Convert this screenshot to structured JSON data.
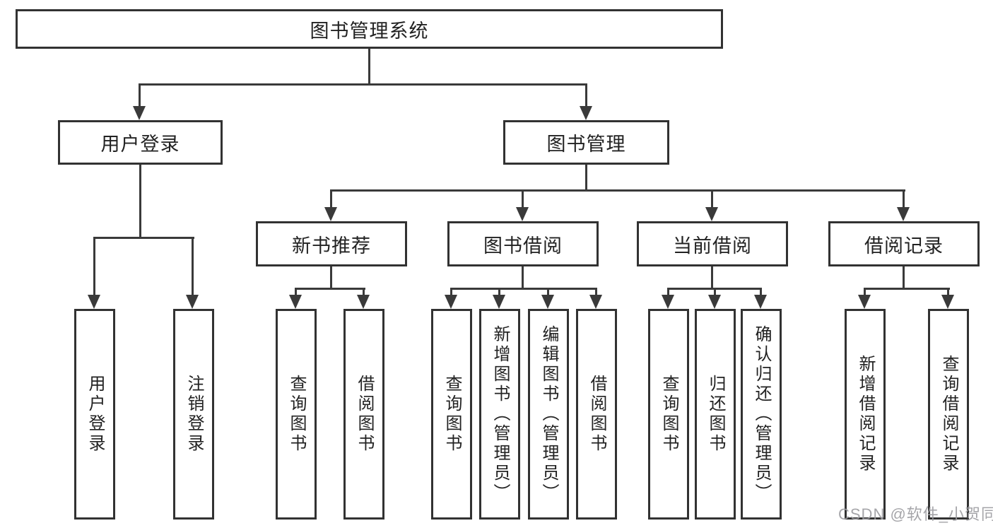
{
  "tree": {
    "root": {
      "label": "图书管理系统",
      "children": [
        {
          "label": "用户登录",
          "children": [
            {
              "label": "用户登录"
            },
            {
              "label": "注销登录"
            }
          ]
        },
        {
          "label": "图书管理",
          "children": [
            {
              "label": "新书推荐",
              "children": [
                {
                  "label": "查询图书"
                },
                {
                  "label": "借阅图书"
                }
              ]
            },
            {
              "label": "图书借阅",
              "children": [
                {
                  "label": "查询图书"
                },
                {
                  "label": "新增图书（管理员）"
                },
                {
                  "label": "编辑图书（管理员）"
                },
                {
                  "label": "借阅图书"
                }
              ]
            },
            {
              "label": "当前借阅",
              "children": [
                {
                  "label": "查询图书"
                },
                {
                  "label": "归还图书"
                },
                {
                  "label": "确认归还（管理员）"
                }
              ]
            },
            {
              "label": "借阅记录",
              "children": [
                {
                  "label": "新增借阅记录"
                },
                {
                  "label": "查询借阅记录"
                }
              ]
            }
          ]
        }
      ]
    }
  },
  "watermark": {
    "text": "CSDN @软件_小贺同学"
  },
  "colors": {
    "line": "#3a3a3a",
    "border": "#323232",
    "text": "#222222",
    "watermark": "#9c9ca0",
    "background": "#ffffff"
  }
}
